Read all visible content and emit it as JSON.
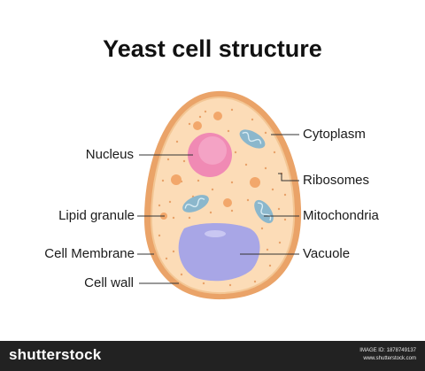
{
  "title": "Yeast cell structure",
  "labels": {
    "nucleus": "Nucleus",
    "lipid_granule": "Lipid granule",
    "cell_membrane": "Cell Membrane",
    "cell_wall": "Cell wall",
    "cytoplasm": "Cytoplasm",
    "ribosomes": "Ribosomes",
    "mitochondria": "Mitochondria",
    "vacuole": "Vacuole"
  },
  "footer": {
    "brand": "shutterstock",
    "image_id_label": "IMAGE ID: 1878749137",
    "site": "www.shutterstock.com"
  },
  "colors": {
    "cell_wall": "#eaa368",
    "cytoplasm": "#fcdcb7",
    "nucleus": "#f08ab4",
    "vacuole": "#a8a6e6",
    "mitochondria": "#8bb7cc",
    "lipid_granule": "#f2a76b",
    "footer_bg": "#222222"
  }
}
